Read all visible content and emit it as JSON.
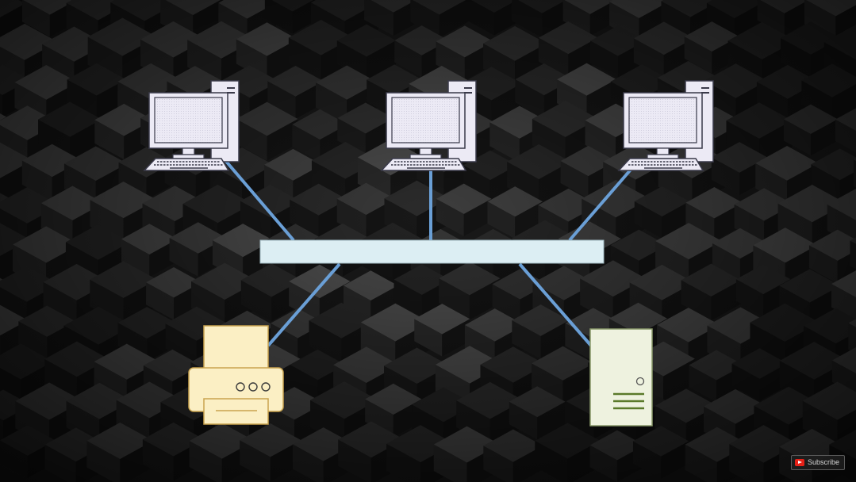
{
  "subscribe": {
    "label": "Subscribe",
    "icon": "youtube-play-icon"
  },
  "diagram": {
    "topology": "bus",
    "nodes": [
      {
        "id": "computer-1",
        "type": "computer",
        "icon": "desktop-computer-icon"
      },
      {
        "id": "computer-2",
        "type": "computer",
        "icon": "desktop-computer-icon"
      },
      {
        "id": "computer-3",
        "type": "computer",
        "icon": "desktop-computer-icon"
      },
      {
        "id": "printer",
        "type": "printer",
        "icon": "printer-icon"
      },
      {
        "id": "server",
        "type": "server",
        "icon": "server-tower-icon"
      },
      {
        "id": "bus",
        "type": "backbone"
      }
    ],
    "edges": [
      {
        "from": "computer-1",
        "to": "bus"
      },
      {
        "from": "computer-2",
        "to": "bus"
      },
      {
        "from": "computer-3",
        "to": "bus"
      },
      {
        "from": "bus",
        "to": "printer"
      },
      {
        "from": "bus",
        "to": "server"
      }
    ]
  },
  "colors": {
    "background": "#1a1a1a",
    "cube_light": "#3a3a3a",
    "cube_dark": "#0e0e0e",
    "link": "#6a9fd6",
    "bus_fill": "#dceef3",
    "computer_fill": "#eceaf5",
    "computer_stroke": "#3a3a4a",
    "printer_fill": "#fbefc4",
    "printer_stroke": "#c9a34e",
    "server_fill": "#eef2df",
    "server_stroke": "#8a9a6a",
    "server_detail": "#5a7a2a",
    "youtube_red": "#e62117"
  }
}
